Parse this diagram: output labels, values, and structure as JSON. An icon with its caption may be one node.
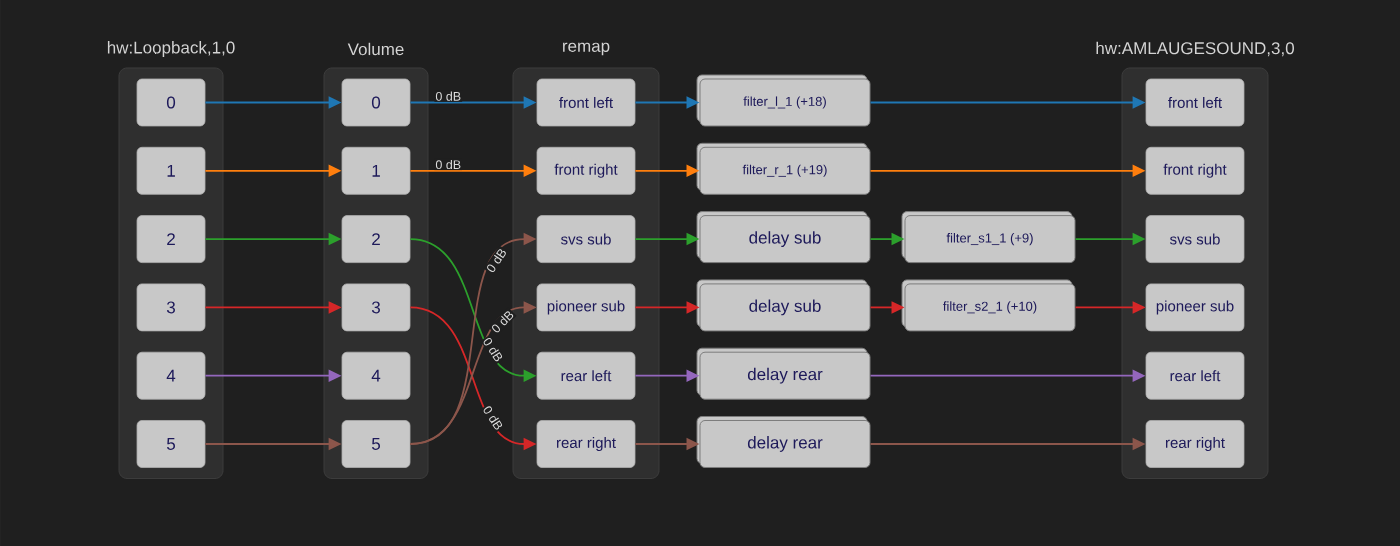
{
  "diagram": {
    "nodes": [
      {
        "text": [
          "hw:Loopback,1,0"
        ]
      },
      {
        "text": [
          "0"
        ],
        "in": 0
      },
      {
        "text": [
          "1"
        ],
        "in": 0
      },
      {
        "text": [
          "2"
        ],
        "in": 0
      },
      {
        "text": [
          "3"
        ],
        "in": 0
      },
      {
        "text": [
          "4"
        ],
        "in": 0
      },
      {
        "text": [
          "5"
        ],
        "in": 0
      },
      {
        "text": [
          "Volume"
        ]
      },
      {
        "text": [
          "0"
        ],
        "in": 7
      },
      {
        "text": [
          "1"
        ],
        "in": 7
      },
      {
        "text": [
          "2"
        ],
        "in": 7
      },
      {
        "text": [
          "3"
        ],
        "in": 7
      },
      {
        "text": [
          "4"
        ],
        "in": 7
      },
      {
        "text": [
          "5"
        ],
        "in": 7
      },
      {
        "text": [
          "remap"
        ]
      },
      {
        "text": [
          "front left"
        ],
        "in": 14
      },
      {
        "text": [
          "front right"
        ],
        "in": 14
      },
      {
        "text": [
          "svs sub"
        ],
        "in": 14
      },
      {
        "text": [
          "pioneer sub"
        ],
        "in": 14
      },
      {
        "text": [
          "rear left"
        ],
        "in": 14
      },
      {
        "text": [
          "rear right"
        ],
        "in": 14
      },
      {
        "text": [
          "filter_l_1 (+18)"
        ]
      },
      {
        "text": [
          "filter_r_1 (+19)"
        ]
      },
      {
        "text": [
          "delay sub"
        ]
      },
      {
        "text": [
          "delay sub"
        ]
      },
      {
        "text": [
          "delay rear"
        ]
      },
      {
        "text": [
          "delay rear"
        ]
      },
      {
        "text": [
          "filter_s1_1 (+9)"
        ]
      },
      {
        "text": [
          "filter_s2_1 (+10)"
        ]
      },
      {
        "text": [
          "hw:AMLAUGESOUND,3,0"
        ]
      },
      {
        "text": [
          "front left"
        ],
        "in": 29
      },
      {
        "text": [
          "front right"
        ],
        "in": 29
      },
      {
        "text": [
          "svs sub"
        ],
        "in": 29
      },
      {
        "text": [
          "pioneer sub"
        ],
        "in": 29
      },
      {
        "text": [
          "rear left"
        ],
        "in": 29
      },
      {
        "text": [
          "rear right"
        ],
        "in": 29
      }
    ],
    "edges": [
      {
        "from": 1,
        "to": 8,
        "arrow": "to",
        "color": "#1f77b4"
      },
      {
        "from": 2,
        "to": 9,
        "arrow": "to",
        "color": "#ff7f0e"
      },
      {
        "from": 3,
        "to": 10,
        "arrow": "to",
        "color": "#2ca02c"
      },
      {
        "from": 4,
        "to": 11,
        "arrow": "to",
        "color": "#d62728"
      },
      {
        "from": 5,
        "to": 12,
        "arrow": "to",
        "color": "#9467bd"
      },
      {
        "from": 6,
        "to": 13,
        "arrow": "to",
        "color": "#8c564b"
      },
      {
        "from": 8,
        "to": 15,
        "arrow": "to",
        "color": "#1f77b4",
        "label": "0 dB"
      },
      {
        "from": 9,
        "to": 16,
        "arrow": "to",
        "color": "#ff7f0e",
        "label": "0 dB"
      },
      {
        "from": 10,
        "to": 19,
        "arrow": "to",
        "color": "#2ca02c",
        "label": "0 dB"
      },
      {
        "from": 11,
        "to": 20,
        "arrow": "to",
        "color": "#d62728",
        "label": "0 dB"
      },
      {
        "from": 13,
        "to": 17,
        "arrow": "to",
        "color": "#8c564b",
        "label": "0 dB"
      },
      {
        "from": 13,
        "to": 18,
        "arrow": "to",
        "color": "#8c564b",
        "label": "0 dB"
      },
      {
        "from": 15,
        "to": 21,
        "arrow": "to",
        "color": "#1f77b4"
      },
      {
        "from": 16,
        "to": 22,
        "arrow": "to",
        "color": "#ff7f0e"
      },
      {
        "from": 17,
        "to": 23,
        "arrow": "to",
        "color": "#2ca02c"
      },
      {
        "from": 18,
        "to": 24,
        "arrow": "to",
        "color": "#d62728"
      },
      {
        "from": 19,
        "to": 25,
        "arrow": "to",
        "color": "#9467bd"
      },
      {
        "from": 20,
        "to": 26,
        "arrow": "to",
        "color": "#8c564b"
      },
      {
        "from": 21,
        "to": 30,
        "arrow": "to",
        "color": "#1f77b4"
      },
      {
        "from": 22,
        "to": 31,
        "arrow": "to",
        "color": "#ff7f0e"
      },
      {
        "from": 23,
        "to": 27,
        "arrow": "to",
        "color": "#2ca02c"
      },
      {
        "from": 24,
        "to": 28,
        "arrow": "to",
        "color": "#d62728"
      },
      {
        "from": 27,
        "to": 32,
        "arrow": "to",
        "color": "#2ca02c"
      },
      {
        "from": 28,
        "to": 33,
        "arrow": "to",
        "color": "#d62728"
      },
      {
        "from": 25,
        "to": 34,
        "arrow": "to",
        "color": "#9467bd"
      },
      {
        "from": 26,
        "to": 35,
        "arrow": "to",
        "color": "#8c564b"
      }
    ]
  }
}
